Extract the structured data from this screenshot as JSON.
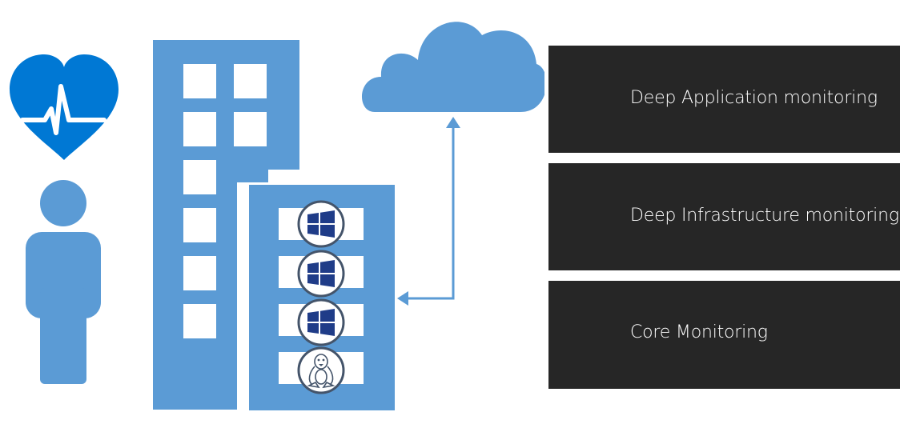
{
  "colors": {
    "heart": "#0078d4",
    "building": "#5b9bd5",
    "person": "#5b9bd5",
    "cloud": "#5b9bd5",
    "arrow": "#5b9bd5",
    "panel_bg": "#262626",
    "panel_text": "#ffffff",
    "os_badge_ring": "#44546a",
    "windows_logo": "#1f3c88"
  },
  "icons": {
    "health": "heart-pulse-icon",
    "user": "person-icon",
    "cloud": "cloud-icon",
    "windows": "windows-logo-icon",
    "linux": "linux-tux-icon",
    "connector": "double-arrow-connector"
  },
  "servers": [
    {
      "os": "windows"
    },
    {
      "os": "windows"
    },
    {
      "os": "windows"
    },
    {
      "os": "linux"
    }
  ],
  "panels": [
    {
      "label": "Deep Application monitoring"
    },
    {
      "label": "Deep Infrastructure monitoring"
    },
    {
      "label": "Core Monitoring"
    }
  ]
}
